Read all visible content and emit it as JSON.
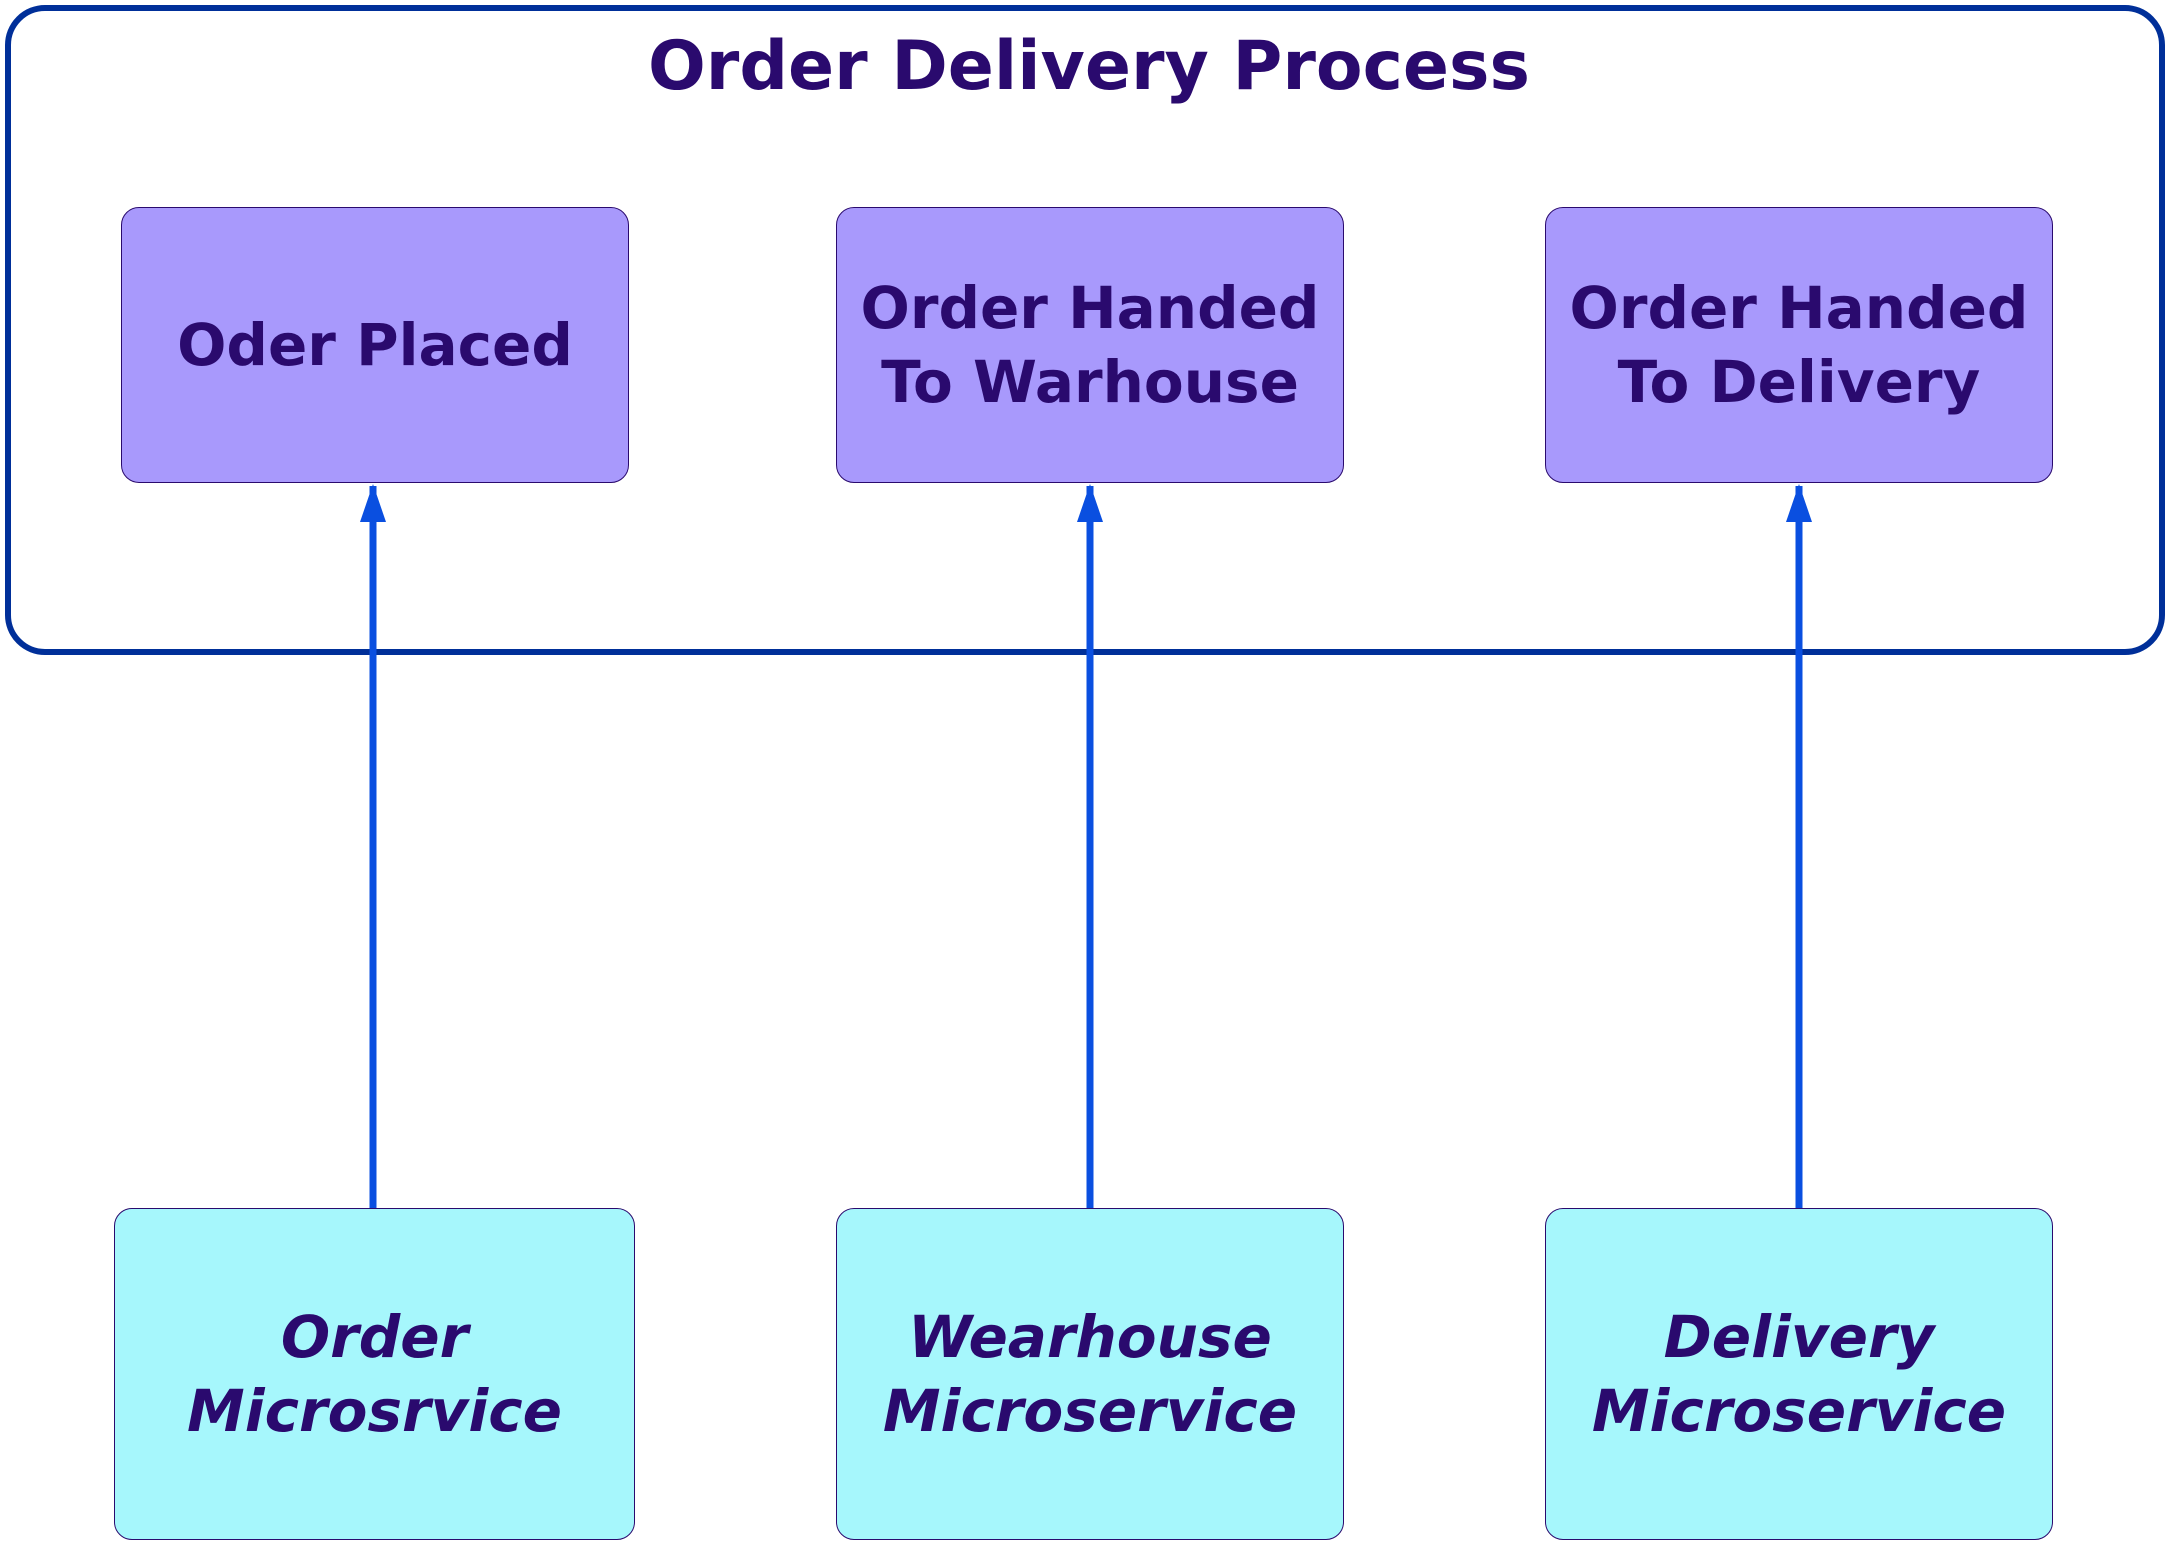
{
  "title": "Order Delivery Process",
  "stages": [
    {
      "label": "Oder Placed"
    },
    {
      "label": "Order Handed\nTo Warhouse"
    },
    {
      "label": "Order Handed\nTo Delivery"
    }
  ],
  "services": [
    {
      "label": "Order\nMicrosrvice"
    },
    {
      "label": "Wearhouse\nMicroservice"
    },
    {
      "label": "Delivery\nMicroservice"
    }
  ],
  "connections": [
    {
      "from": "services.0",
      "to": "stages.0"
    },
    {
      "from": "services.1",
      "to": "stages.1"
    },
    {
      "from": "services.2",
      "to": "stages.2"
    }
  ],
  "colors": {
    "frame": "#002f99",
    "stage_fill": "#a899fc",
    "service_fill": "#a6f7fc",
    "text": "#2a0a6e",
    "arrow": "#0a4fe0"
  }
}
